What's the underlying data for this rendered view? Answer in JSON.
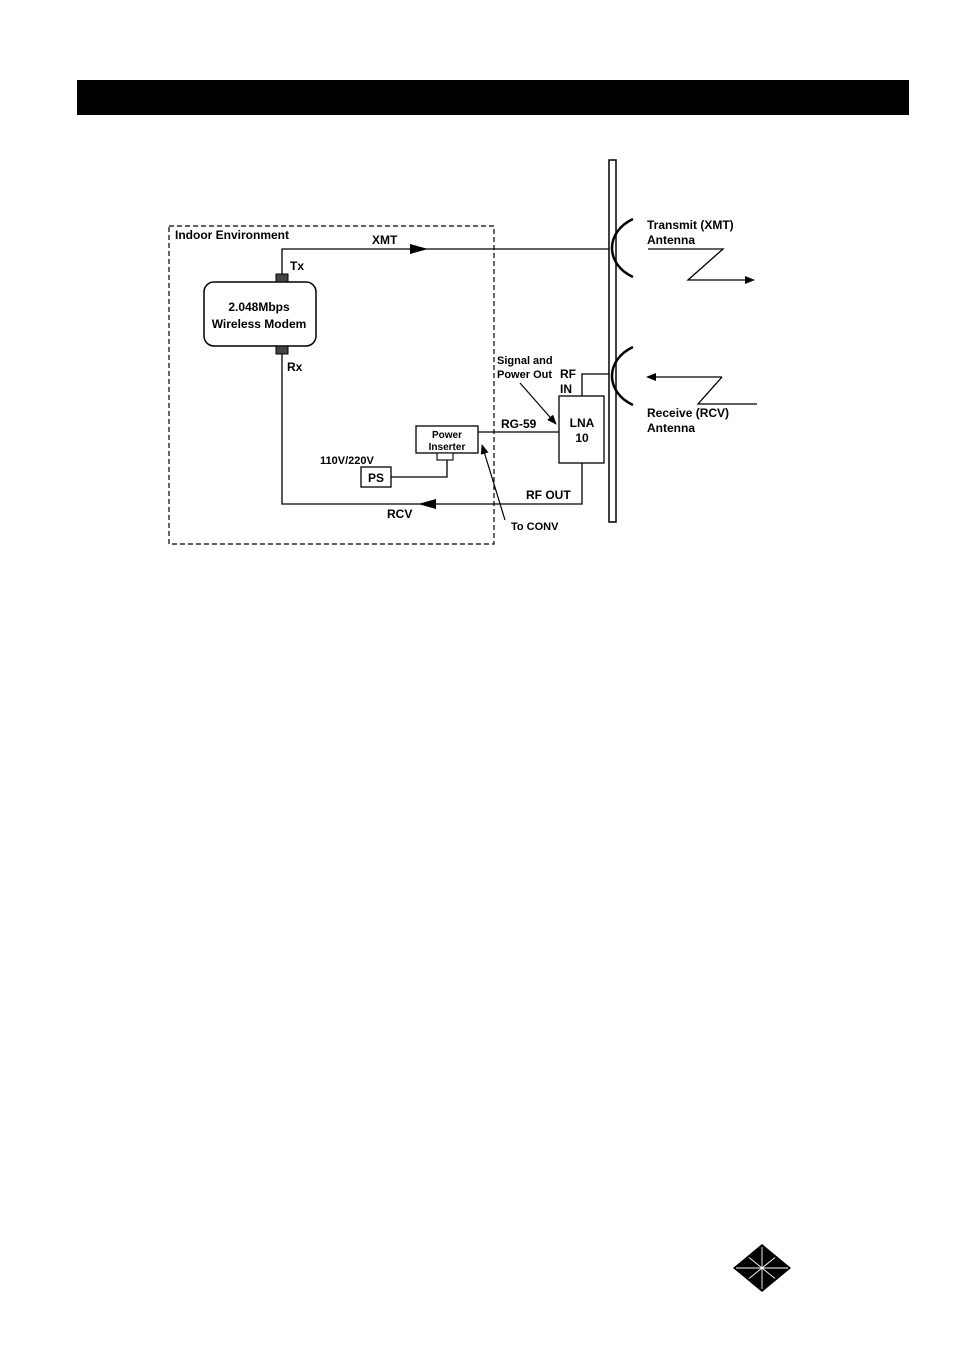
{
  "diagram": {
    "region_label": "Indoor Environment",
    "modem": {
      "line1": "2.048Mbps",
      "line2": "Wireless Modem"
    },
    "ports": {
      "tx": "Tx",
      "rx": "Rx"
    },
    "signals": {
      "xmt": "XMT",
      "rcv": "RCV"
    },
    "power_inserter": {
      "line1": "Power",
      "line2": "Inserter"
    },
    "power_supply": {
      "label": "PS",
      "voltage": "110V/220V"
    },
    "cable": "RG-59",
    "signal_power_note": {
      "line1": "Signal and",
      "line2": "Power Out"
    },
    "lna": {
      "line1": "LNA",
      "line2": "10",
      "rf_in_1": "RF",
      "rf_in_2": "IN",
      "rf_out": "RF OUT"
    },
    "to_conv": "To CONV",
    "transmit_antenna": {
      "line1": "Transmit (XMT)",
      "line2": "Antenna"
    },
    "receive_antenna": {
      "line1": "Receive (RCV)",
      "line2": "Antenna"
    }
  },
  "colors": {
    "ink": "#000000",
    "paper": "#ffffff"
  },
  "logo_icon": "diamond-logo-icon"
}
